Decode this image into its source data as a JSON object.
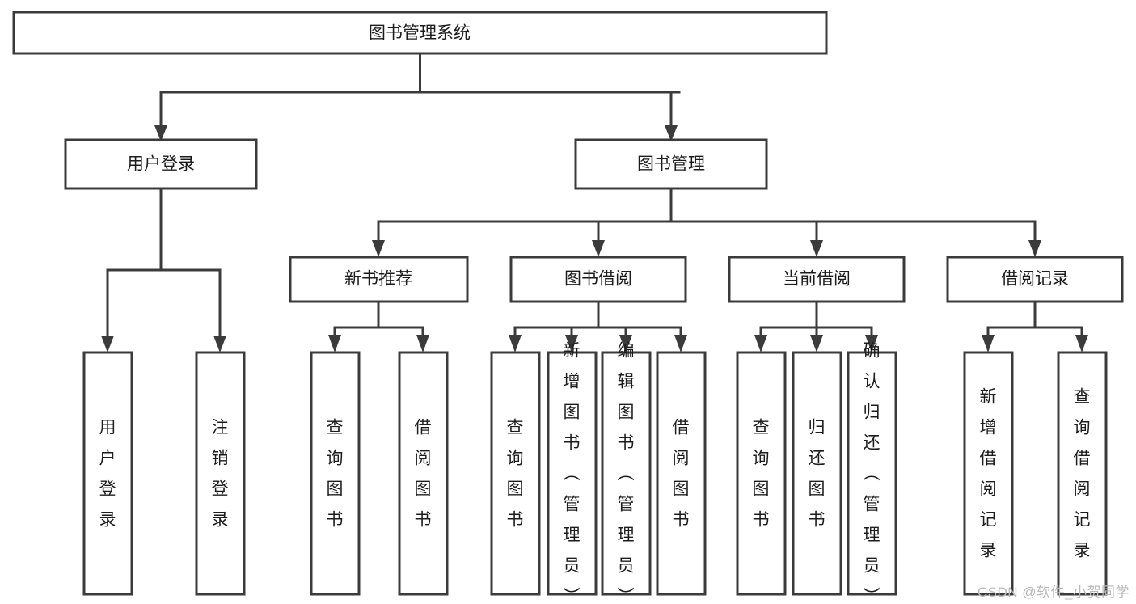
{
  "diagram": {
    "type": "tree",
    "title": "图书管理系统",
    "watermark": "CSDN @软件_小贺同学",
    "colors": {
      "stroke": "#3b3b3b",
      "fill": "#ffffff",
      "text": "#1c1c1c",
      "watermark": "#b9b9b9"
    },
    "root": {
      "label": "图书管理系统"
    },
    "level2": [
      {
        "label": "用户登录"
      },
      {
        "label": "图书管理"
      }
    ],
    "level3": [
      {
        "label": "新书推荐"
      },
      {
        "label": "图书借阅"
      },
      {
        "label": "当前借阅"
      },
      {
        "label": "借阅记录"
      }
    ],
    "leaves": {
      "user_login": [
        {
          "label": "用户登录"
        },
        {
          "label": "注销登录"
        }
      ],
      "new_book": [
        {
          "label": "查询图书"
        },
        {
          "label": "借阅图书"
        }
      ],
      "book_borrow": [
        {
          "label": "查询图书"
        },
        {
          "label": "新增图书（管理员）"
        },
        {
          "label": "编辑图书（管理员）"
        },
        {
          "label": "借阅图书"
        }
      ],
      "current_borrow": [
        {
          "label": "查询图书"
        },
        {
          "label": "归还图书"
        },
        {
          "label": "确认归还（管理员）"
        }
      ],
      "borrow_record": [
        {
          "label": "新增借阅记录"
        },
        {
          "label": "查询借阅记录"
        }
      ]
    }
  }
}
